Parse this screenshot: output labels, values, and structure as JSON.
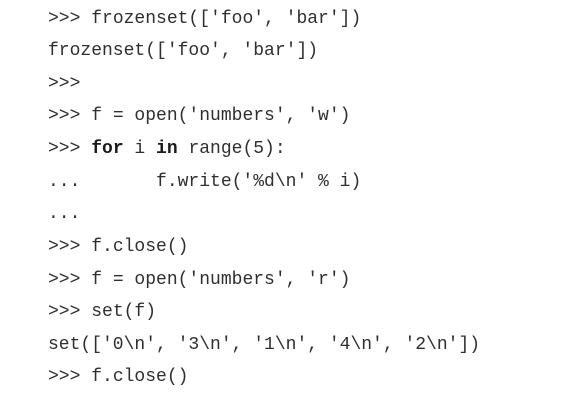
{
  "code": {
    "lines": [
      {
        "prompt": ">>> ",
        "text": "frozenset(['foo', 'bar'])"
      },
      {
        "prompt": "",
        "text": "frozenset(['foo', 'bar'])"
      },
      {
        "prompt": ">>>",
        "text": ""
      },
      {
        "prompt": ">>> ",
        "text": "f = open('numbers', 'w')"
      },
      {
        "prompt": ">>> ",
        "kw1": "for",
        "mid1": " i ",
        "kw2": "in",
        "rest": " range(5):"
      },
      {
        "prompt": "...",
        "text": "       f.write('%d\\n' % i)"
      },
      {
        "prompt": "...",
        "text": ""
      },
      {
        "prompt": ">>> ",
        "text": "f.close()"
      },
      {
        "prompt": ">>> ",
        "text": "f = open('numbers', 'r')"
      },
      {
        "prompt": ">>> ",
        "text": "set(f)"
      },
      {
        "prompt": "",
        "text": "set(['0\\n', '3\\n', '1\\n', '4\\n', '2\\n'])"
      },
      {
        "prompt": ">>> ",
        "text": "f.close()"
      }
    ]
  }
}
